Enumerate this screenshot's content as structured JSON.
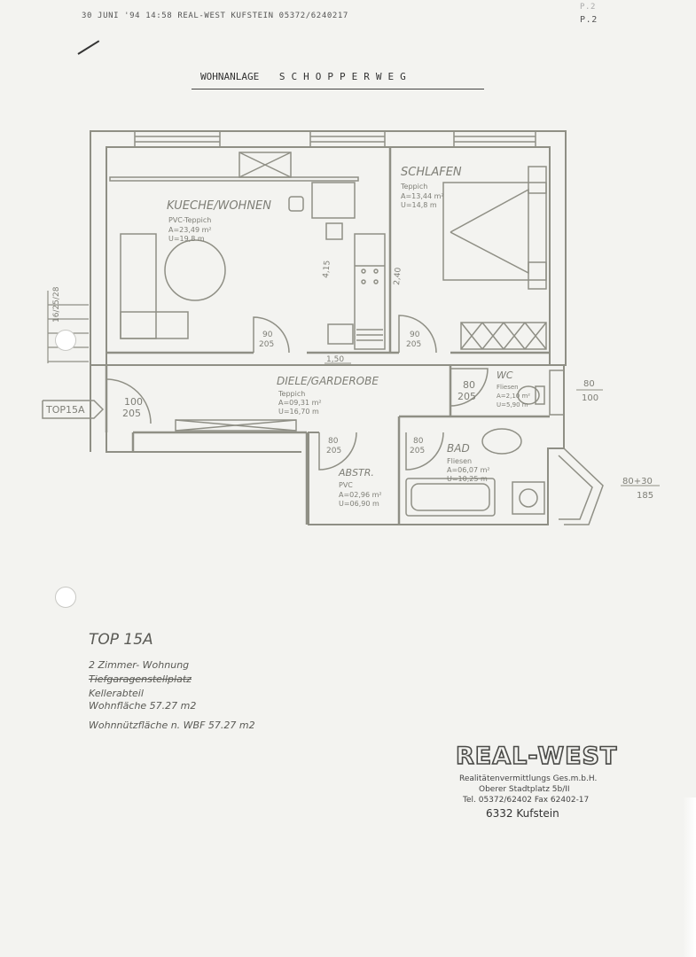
{
  "fax_header": {
    "line": "30 JUNI '94 14:58 REAL-WEST KUFSTEIN 05372/6240217",
    "page": "P.2",
    "page_ghost": "P.2"
  },
  "project": {
    "label": "WOHNANLAGE",
    "name": "SCHOPPERWEG"
  },
  "rooms": {
    "kueche": {
      "name": "KUECHE/WOHNEN",
      "floor": "PVC-Teppich",
      "area": "A=23,49 m²",
      "perimeter": "U=19,8 m"
    },
    "schlafen": {
      "name": "SCHLAFEN",
      "floor": "Teppich",
      "area": "A=13,44 m²",
      "perimeter": "U=14,8 m"
    },
    "diele": {
      "name": "DIELE/GARDEROBE",
      "floor": "Teppich",
      "area": "A=09,31 m²",
      "perimeter": "U=16,70 m"
    },
    "wc": {
      "name": "WC",
      "floor": "Fliesen",
      "area": "A=2,10 m²",
      "perimeter": "U=5,90 m"
    },
    "bad": {
      "name": "BAD",
      "floor": "Fliesen",
      "area": "A=06,07 m²",
      "perimeter": "U=10,25 m"
    },
    "abstr": {
      "name": "ABSTR.",
      "floor": "PVC",
      "area": "A=02,96 m²",
      "perimeter": "U=06,90 m"
    }
  },
  "doors": {
    "kueche": {
      "w": "90",
      "h": "205"
    },
    "schlafen": {
      "w": "90",
      "h": "205"
    },
    "entry": {
      "w": "100",
      "h": "205"
    },
    "wc": {
      "w": "80",
      "h": "205"
    },
    "abstr": {
      "w": "80",
      "h": "205"
    },
    "bad": {
      "w": "80",
      "h": "205"
    }
  },
  "dimensions": {
    "ceiling": "4,15",
    "wall_height": "2,40",
    "opening": "1,50",
    "wc_window_w": "80",
    "wc_window_h": "100",
    "bay_w": "80+30",
    "bay_h": "185",
    "stair_note": "16/25/28"
  },
  "unit_tag": "TOP15A",
  "description": {
    "title": "TOP 15A",
    "line1": "2 Zimmer- Wohnung",
    "line2_struck": "Tiefgaragenstellplatz",
    "line3": "Kellerabteil",
    "line4": "Wohnfläche 57.27 m2",
    "line5": "Wohnnützfläche n. WBF 57.27 m2"
  },
  "company": {
    "logo": "REAL-WEST",
    "line1": "Realitätenvermittlungs Ges.m.b.H.",
    "line2": "Oberer Stadtplatz 5b/II",
    "line3": "Tel. 05372/62402 Fax 62402-17",
    "line4": "6332 Kufstein"
  },
  "colors": {
    "paper": "#f3f3f0",
    "ink": "#3a3a38",
    "plan": "#8f8f85"
  }
}
